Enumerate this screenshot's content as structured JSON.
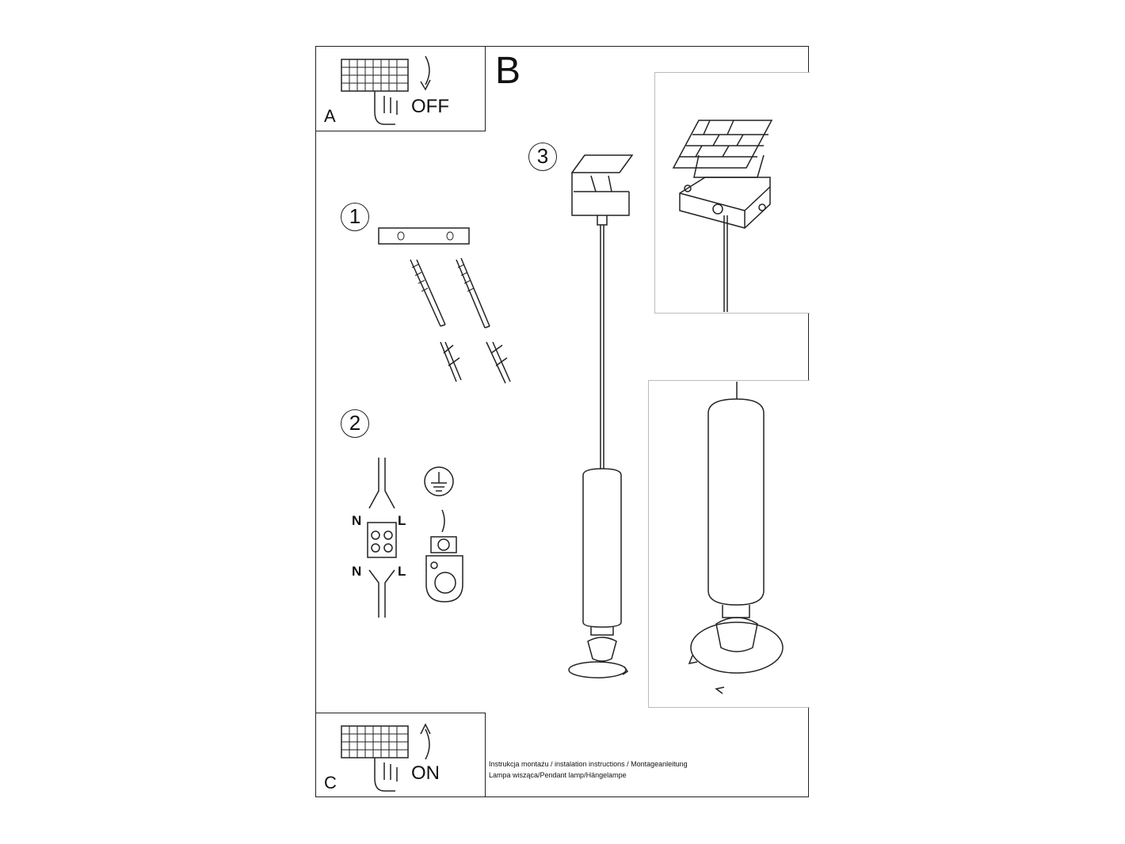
{
  "panel_a": {
    "letter": "A",
    "switch_label": "OFF"
  },
  "panel_b": {
    "letter": "B"
  },
  "panel_c": {
    "letter": "C",
    "switch_label": "ON"
  },
  "steps": [
    "1",
    "2",
    "3"
  ],
  "wiring": {
    "neutral_top": "N",
    "live_top": "L",
    "neutral_bottom": "N",
    "live_bottom": "L"
  },
  "footer": {
    "line1": "Instrukcja montażu / instalation instructions / Montageanleitung",
    "line2": "Lampa wisząca/Pendant lamp/Hängelampe"
  }
}
